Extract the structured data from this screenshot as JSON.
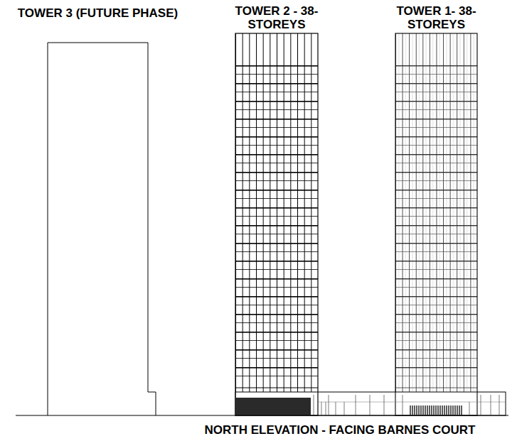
{
  "diagram": {
    "caption": "NORTH ELEVATION - FACING BARNES COURT",
    "nodes": [
      {
        "text": [
          "TOWER 3 (FUTURE PHASE)"
        ]
      },
      {
        "text": [
          "TOWER 2 - 38-STOREYS"
        ]
      },
      {
        "text": [
          "TOWER 1- 38-STOREYS"
        ]
      }
    ]
  }
}
